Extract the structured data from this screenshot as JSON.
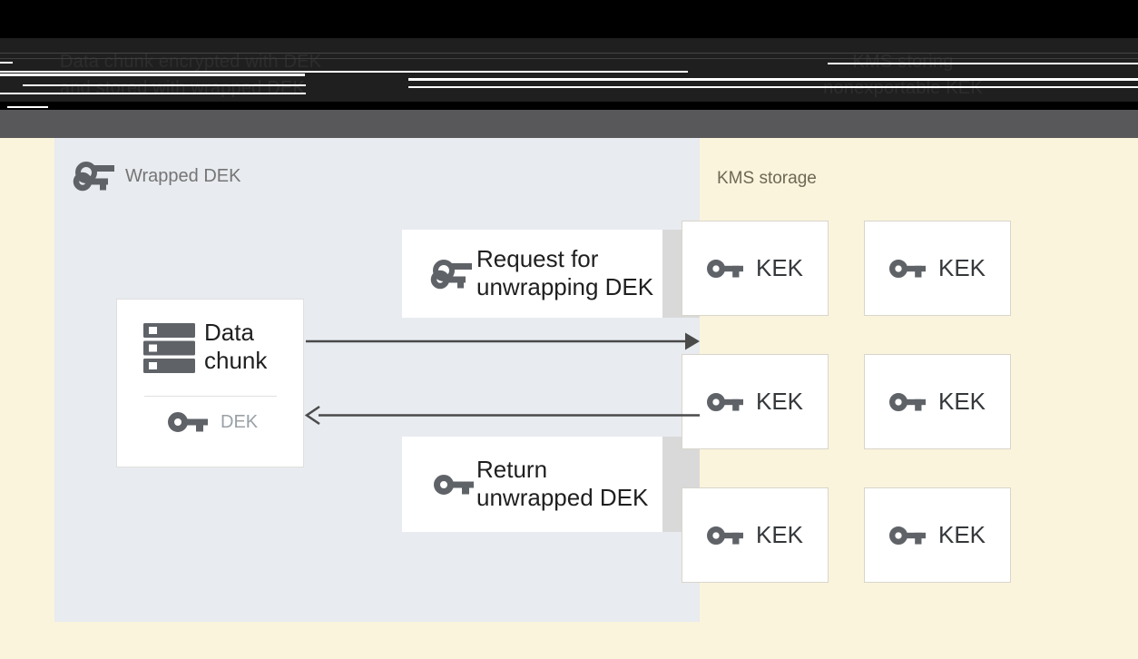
{
  "header": {
    "left_caption_line1": "Data chunk encrypted with DEK",
    "left_caption_line2": "and stored with wrapped DEK",
    "right_caption_line1": "KMS storing",
    "right_caption_line2": "nonexportable KEK"
  },
  "wrapped_panel": {
    "title": "Wrapped DEK",
    "data_chunk_title": "Data chunk",
    "dek_label": "DEK",
    "request_label": "Request for unwrapping DEK",
    "return_label": "Return unwrapped DEK"
  },
  "kms_panel": {
    "title": "KMS storage",
    "kek_labels": [
      "KEK",
      "KEK",
      "KEK",
      "KEK",
      "KEK",
      "KEK"
    ]
  },
  "icons": {
    "wrapped_key": "wrapped-key-icon (outline key overlapped by solid key)",
    "solid_key": "key-icon (solid key)",
    "data_chunk": "server-stack-icon"
  },
  "colors": {
    "canvas_black": "#000000",
    "header_band": "#1f1f1f",
    "header_text": "#2d2d2d",
    "gray_band": "#58585a",
    "cream_background": "#faf4dd",
    "blue_panel": "#e8ebef",
    "box_white": "#ffffff",
    "box_side_strip": "#d9d9d9",
    "icon_gray": "#5f6368",
    "arrow_gray": "#4a4a4a",
    "kms_label_text": "#6e6854",
    "muted_label_text": "#757575",
    "dek_text": "#9aa0a6",
    "dark_text": "#1f1f1f"
  }
}
